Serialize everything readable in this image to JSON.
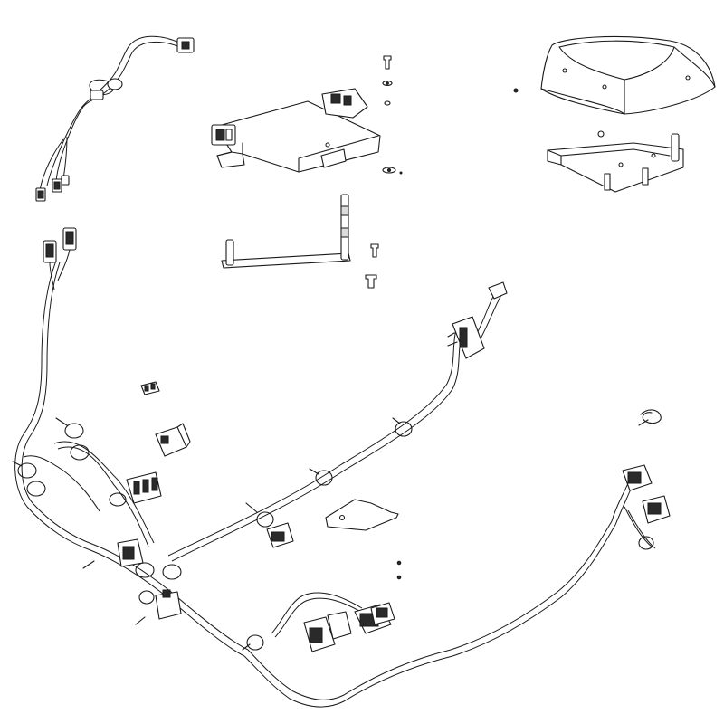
{
  "diagram": {
    "kind": "exploded-parts-drawing",
    "colors": {
      "line": "#1a1a1a",
      "background": "#ffffff",
      "shade": "#2a2a2a"
    },
    "parts": [
      "accessory-harness-branch",
      "module-mounting-plate",
      "plate-screws-and-washers",
      "support-rod-bracket",
      "housing-cover",
      "cover-mounting-bracket",
      "main-wiring-harness",
      "relay",
      "fuse",
      "small-bracket",
      "wire-clip",
      "loose-fasteners"
    ]
  }
}
